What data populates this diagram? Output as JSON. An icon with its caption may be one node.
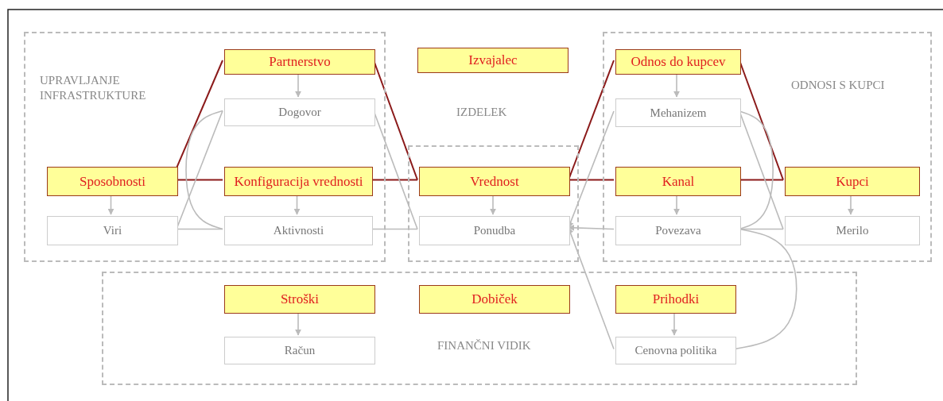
{
  "diagram": {
    "nodes": [
      {
        "text": [
          "UPRAVLJANJE INFRASTRUKTURE"
        ]
      },
      {
        "text": [
          "Partnerstvo"
        ],
        "in": 0
      },
      {
        "text": [
          "Dogovor"
        ],
        "in": 0
      },
      {
        "text": [
          "Sposobnosti"
        ],
        "in": 0
      },
      {
        "text": [
          "Konfiguracija vrednosti"
        ],
        "in": 0
      },
      {
        "text": [
          "Viri"
        ],
        "in": 0
      },
      {
        "text": [
          "Aktivnosti"
        ],
        "in": 0
      },
      {
        "text": [
          "Izvajalec"
        ]
      },
      {
        "text": [
          "IZDELEK"
        ]
      },
      {
        "text": [
          "Vrednost"
        ],
        "in": 8
      },
      {
        "text": [
          "Ponudba"
        ],
        "in": 8
      },
      {
        "text": [
          "ODNOSI S KUPCI"
        ]
      },
      {
        "text": [
          "Odnos do kupcev"
        ],
        "in": 11
      },
      {
        "text": [
          "Mehanizem"
        ],
        "in": 11
      },
      {
        "text": [
          "Kanal"
        ],
        "in": 11
      },
      {
        "text": [
          "Povezava"
        ],
        "in": 11
      },
      {
        "text": [
          "Kupci"
        ],
        "in": 11
      },
      {
        "text": [
          "Merilo"
        ],
        "in": 11
      },
      {
        "text": [
          "FINANČNI VIDIK"
        ]
      },
      {
        "text": [
          "Stroški"
        ],
        "in": 18
      },
      {
        "text": [
          "Račun"
        ],
        "in": 18
      },
      {
        "text": [
          "Dobiček"
        ],
        "in": 18
      },
      {
        "text": [
          "Prihodki"
        ],
        "in": 18
      },
      {
        "text": [
          "Cenovna politika"
        ],
        "in": 18
      }
    ],
    "edges": [
      {
        "from": 1,
        "to": 2,
        "arrow": "to"
      },
      {
        "from": 3,
        "to": 5,
        "arrow": "to"
      },
      {
        "from": 4,
        "to": 6,
        "arrow": "to"
      },
      {
        "from": 9,
        "to": 10,
        "arrow": "to"
      },
      {
        "from": 12,
        "to": 13,
        "arrow": "to"
      },
      {
        "from": 14,
        "to": 15,
        "arrow": "to"
      },
      {
        "from": 16,
        "to": 17,
        "arrow": "to"
      },
      {
        "from": 19,
        "to": 20,
        "arrow": "to"
      },
      {
        "from": 22,
        "to": 23,
        "arrow": "to"
      },
      {
        "from": 3,
        "to": 1,
        "arrow": "none",
        "color": "#8b1a1a"
      },
      {
        "from": 3,
        "to": 4,
        "arrow": "none",
        "color": "#8b1a1a"
      },
      {
        "from": 1,
        "to": 9,
        "arrow": "none",
        "color": "#8b1a1a"
      },
      {
        "from": 4,
        "to": 9,
        "arrow": "none",
        "color": "#8b1a1a"
      },
      {
        "from": 9,
        "to": 12,
        "arrow": "none",
        "color": "#8b1a1a"
      },
      {
        "from": 9,
        "to": 14,
        "arrow": "none",
        "color": "#8b1a1a"
      },
      {
        "from": 12,
        "to": 16,
        "arrow": "none",
        "color": "#8b1a1a"
      },
      {
        "from": 14,
        "to": 16,
        "arrow": "none",
        "color": "#8b1a1a"
      },
      {
        "from": 5,
        "to": 2,
        "arrow": "none"
      },
      {
        "from": 2,
        "to": 6,
        "arrow": "none"
      },
      {
        "from": 5,
        "to": 6,
        "arrow": "none"
      },
      {
        "from": 6,
        "to": 10,
        "arrow": "none"
      },
      {
        "from": 2,
        "to": 10,
        "arrow": "none"
      },
      {
        "from": 13,
        "to": 10,
        "arrow": "to"
      },
      {
        "from": 15,
        "to": 10,
        "arrow": "to"
      },
      {
        "from": 23,
        "to": 10,
        "arrow": "to"
      },
      {
        "from": 13,
        "to": 17,
        "arrow": "none"
      },
      {
        "from": 13,
        "to": 15,
        "arrow": "none"
      },
      {
        "from": 15,
        "to": 17,
        "arrow": "none"
      },
      {
        "from": 15,
        "to": 23,
        "arrow": "none"
      }
    ]
  }
}
